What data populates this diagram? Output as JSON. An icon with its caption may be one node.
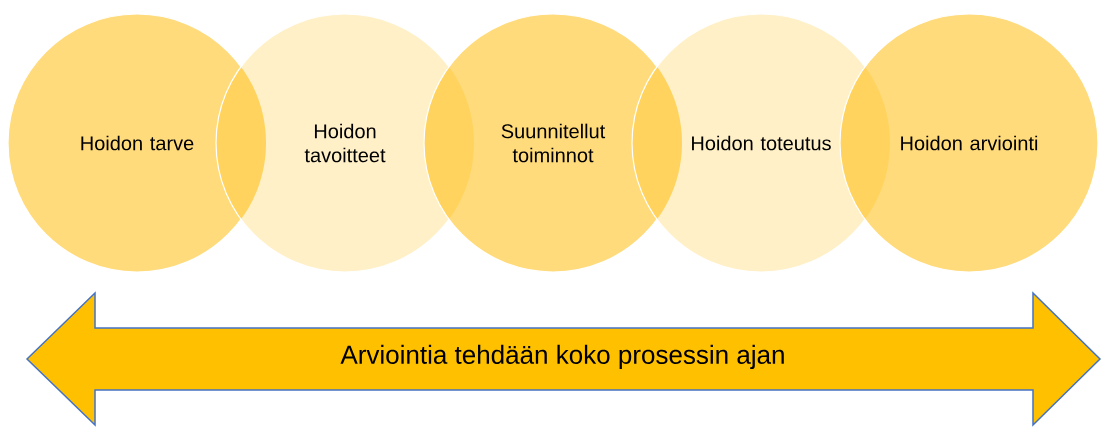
{
  "diagram": {
    "nodes": [
      {
        "text": [
          "Hoidon tarve"
        ]
      },
      {
        "text": [
          "Hoidon tavoitteet"
        ]
      },
      {
        "text": [
          "Suunnitellut toiminnot"
        ]
      },
      {
        "text": [
          "Hoidon toteutus"
        ]
      },
      {
        "text": [
          "Hoidon arviointi"
        ]
      },
      {
        "text": [
          "Arviointia tehdään koko prosessin ajan"
        ]
      }
    ]
  }
}
